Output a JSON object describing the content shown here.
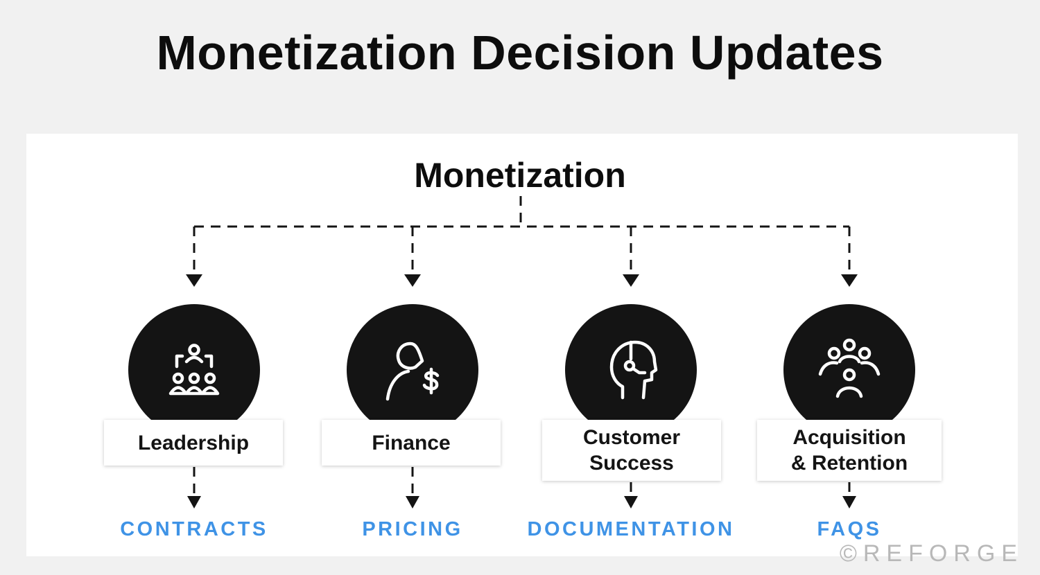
{
  "title": "Monetization Decision Updates",
  "diagram": {
    "root": "Monetization",
    "branches": [
      {
        "label": "Leadership",
        "icon": "leadership-team-icon",
        "leaf": "CONTRACTS"
      },
      {
        "label": "Finance",
        "icon": "person-dollar-icon",
        "leaf": "PRICING"
      },
      {
        "label": "Customer\nSuccess",
        "icon": "headset-head-icon",
        "leaf": "DOCUMENTATION"
      },
      {
        "label": "Acquisition\n& Retention",
        "icon": "group-people-icon",
        "leaf": "FAQS"
      }
    ]
  },
  "colors": {
    "accent": "#3f93e6",
    "node_fill": "#141414",
    "background": "#f1f1f1",
    "card": "#ffffff"
  },
  "watermark": "©REFORGE"
}
